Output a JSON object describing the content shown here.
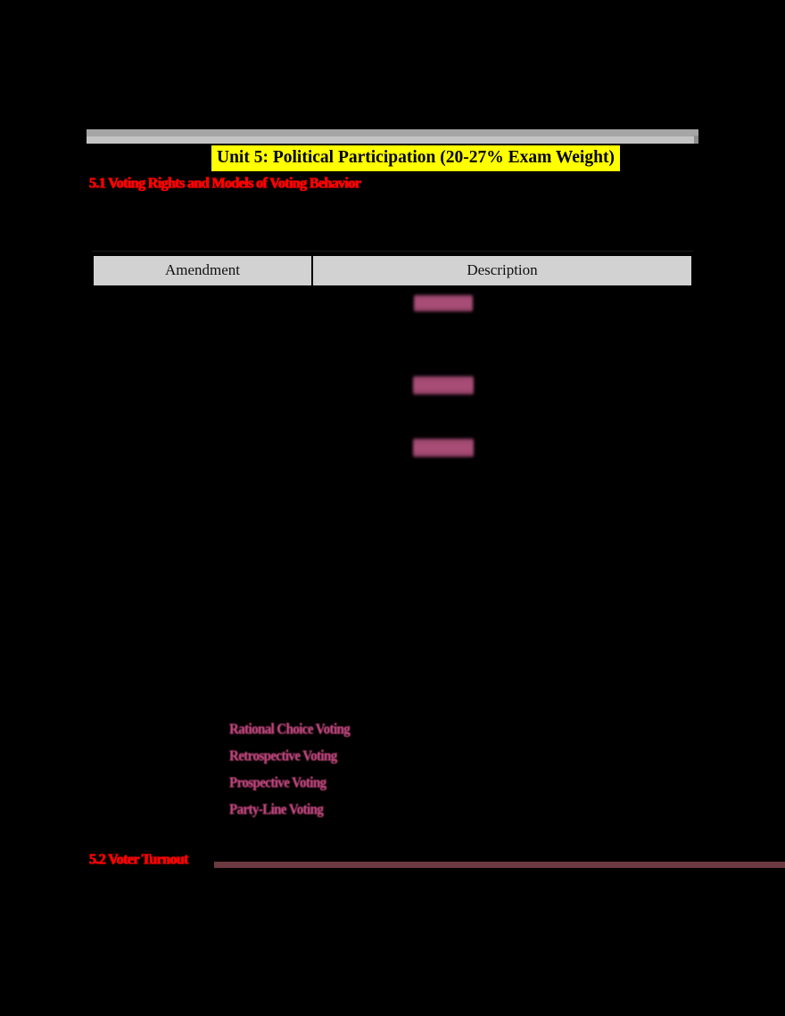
{
  "document": {
    "background_color": "#000000",
    "unit_title": "Unit 5: Political Participation (20-27% Exam Weight)",
    "unit_title_highlight_color": "#ffff00",
    "heading_color": "#ff0000",
    "redaction_color": "#b5537f",
    "rule_color": "#6b3a40"
  },
  "sections": [
    {
      "id": "5.1",
      "heading": "5.1 Voting Rights and Models of Voting Behavior"
    },
    {
      "id": "5.2",
      "heading": "5.2 Voter Turnout"
    }
  ],
  "table": {
    "name": "amendment-description-table",
    "columns": [
      "Amendment",
      "Description"
    ],
    "header_background": "#d2d2d2",
    "rows": [
      {
        "amendment": "",
        "description": ""
      },
      {
        "amendment": "",
        "description": ""
      },
      {
        "amendment": "",
        "description": ""
      }
    ],
    "redacted_cells": [
      {
        "label": "redacted-description-1"
      },
      {
        "label": "redacted-description-2"
      },
      {
        "label": "redacted-description-3"
      }
    ]
  },
  "voting_models": [
    "Rational Choice Voting",
    "Retrospective Voting",
    "Prospective Voting",
    "Party-Line Voting"
  ]
}
